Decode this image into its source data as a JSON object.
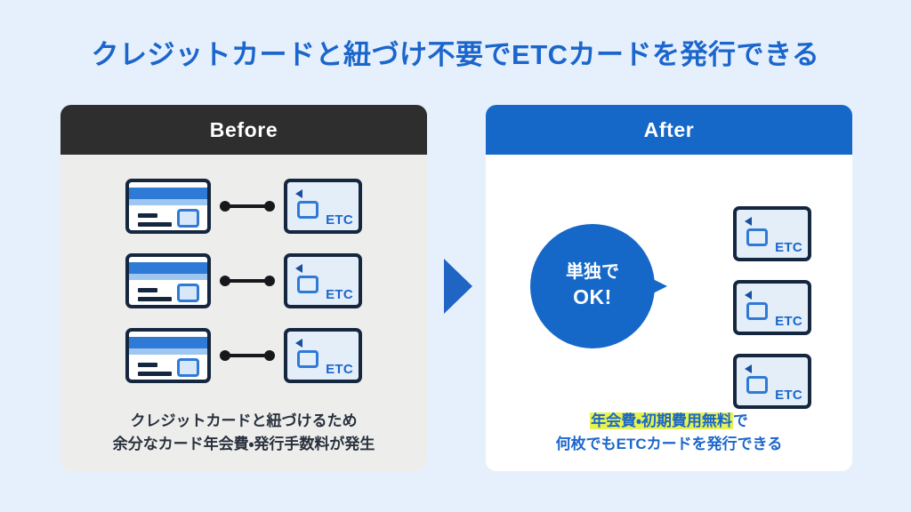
{
  "page": {
    "title": "クレジットカードと紐づけ不要でETCカードを発行できる",
    "background_color": "#e6f0fc",
    "accent_color": "#1b66cc",
    "highlight_color": "#e6f34e"
  },
  "before_panel": {
    "header_label": "Before",
    "header_color": "#2e2e2e",
    "body_color": "#ededec",
    "rows": [
      {
        "credit_card_name": "credit-card",
        "link": "linked",
        "etc_card_label": "ETC"
      },
      {
        "credit_card_name": "credit-card",
        "link": "linked",
        "etc_card_label": "ETC"
      },
      {
        "credit_card_name": "credit-card",
        "link": "linked",
        "etc_card_label": "ETC"
      }
    ],
    "caption_line1": "クレジットカードと紐づけるため",
    "caption_line2": "余分なカード年会費・発行手数料が発生"
  },
  "transition": {
    "arrow_icon": "right-arrow-icon",
    "arrow_color": "#2064c4"
  },
  "after_panel": {
    "header_label": "After",
    "header_color": "#1668c8",
    "body_color": "#ffffff",
    "bubble": {
      "line1": "単独で",
      "line2": "OK!",
      "color": "#1668c8"
    },
    "etc_cards": [
      {
        "label": "ETC"
      },
      {
        "label": "ETC"
      },
      {
        "label": "ETC"
      }
    ],
    "caption_highlight": "年会費・初期費用無料",
    "caption_suffix": "で",
    "caption_line2": "何枚でもETCカードを発行できる"
  }
}
